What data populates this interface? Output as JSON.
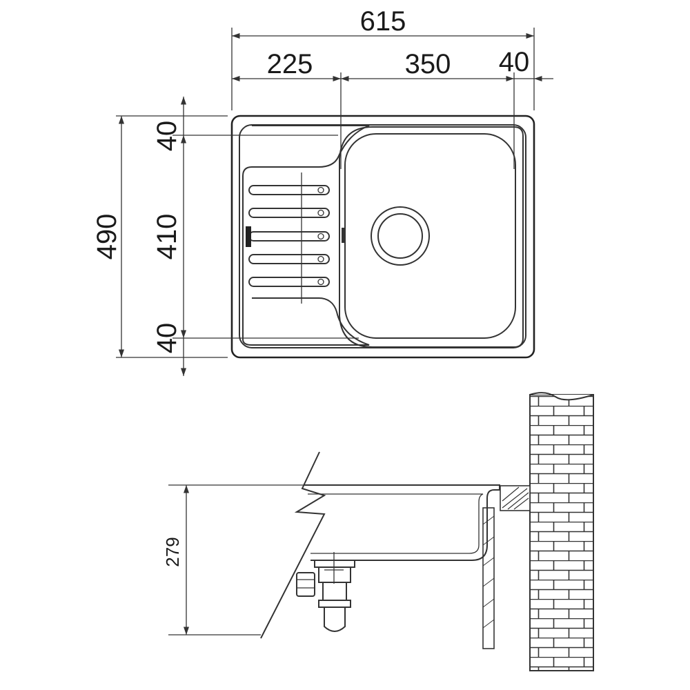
{
  "top_view": {
    "dimensions": {
      "overall_width": "615",
      "drainer_width": "225",
      "bowl_width": "350",
      "right_rim": "40",
      "overall_depth": "490",
      "top_rim": "40",
      "bowl_depth": "410",
      "bottom_rim": "40"
    }
  },
  "side_view": {
    "dimensions": {
      "height": "279"
    }
  }
}
